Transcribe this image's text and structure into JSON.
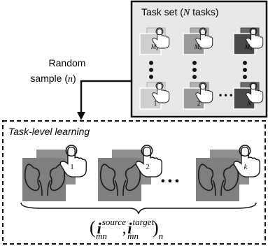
{
  "task_set": {
    "title_prefix": "Task set (",
    "title_var": "N",
    "title_suffix": " tasks)",
    "row_top_label": "M",
    "row_top_sub": "n",
    "row_bottom_labels": [
      "1",
      "2",
      "N"
    ],
    "ellipsis": "• • •",
    "background": "#e8e8e8"
  },
  "sampling": {
    "line1": "Random",
    "line2_prefix": "sample (",
    "line2_var": "n",
    "line2_suffix": ")"
  },
  "task_learning": {
    "title": "Task-level learning",
    "items": [
      "1",
      "2",
      "k"
    ],
    "ellipsis": "• • •",
    "formula": {
      "open": "(",
      "var": "i",
      "sub": "mn",
      "sup_source": "source",
      "sup_target": "target",
      "comma": ",",
      "close": ")",
      "outer_sub": "n"
    }
  },
  "colors": {
    "light": "#dcdcdc",
    "mid": "#9a9a9a",
    "dark": "#4a4a4a",
    "kidney_bg": "#7f7f7f"
  }
}
